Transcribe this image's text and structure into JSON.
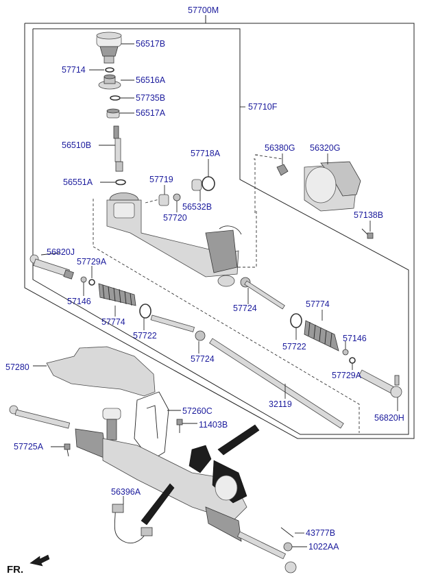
{
  "labels": {
    "p57700M": "57700M",
    "p56517B": "56517B",
    "p57714": "57714",
    "p56516A": "56516A",
    "p57735B": "57735B",
    "p56517A": "56517A",
    "p57710F": "57710F",
    "p56510B": "56510B",
    "p57718A": "57718A",
    "p56380G": "56380G",
    "p56320G": "56320G",
    "p57719": "57719",
    "p56551A": "56551A",
    "p56532B": "56532B",
    "p57720": "57720",
    "p57138B": "57138B",
    "p56820J": "56820J",
    "p57729A_l": "57729A",
    "p57146_l": "57146",
    "p57724_r": "57724",
    "p57774_r": "57774",
    "p57774_l": "57774",
    "p57722_l": "57722",
    "p57722_r": "57722",
    "p57146_r": "57146",
    "p57724_c": "57724",
    "p57729A_r": "57729A",
    "p57280": "57280",
    "p56820H": "56820H",
    "p32119": "32119",
    "p57260C": "57260C",
    "p11403B": "11403B",
    "p57725A": "57725A",
    "p56396A": "56396A",
    "p43777B": "43777B",
    "p1022AA": "1022AA",
    "fr": "FR."
  }
}
